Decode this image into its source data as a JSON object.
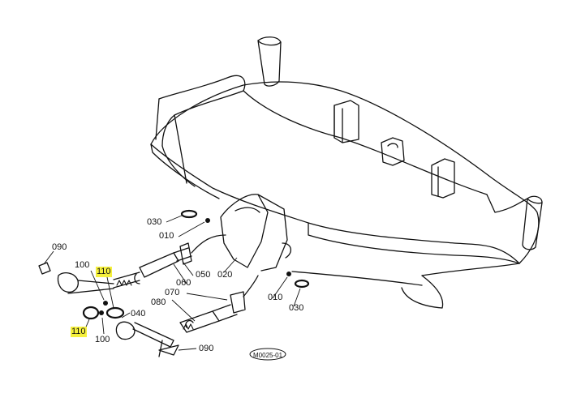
{
  "diagram": {
    "callouts": {
      "c090_top": "090",
      "c100_left": "100",
      "c110_top": "110",
      "c030_upper": "030",
      "c010_upper": "010",
      "c050": "050",
      "c060": "060",
      "c070": "070",
      "c080": "080",
      "c040": "040",
      "c020": "020",
      "c010_lower": "010",
      "c030_lower": "030",
      "c110_bottom": "110",
      "c100_bottom": "100",
      "c090_bottom": "090"
    },
    "figure_code": "M0025-01",
    "colors": {
      "line": "#111111",
      "highlight": "#f5f03c"
    }
  }
}
